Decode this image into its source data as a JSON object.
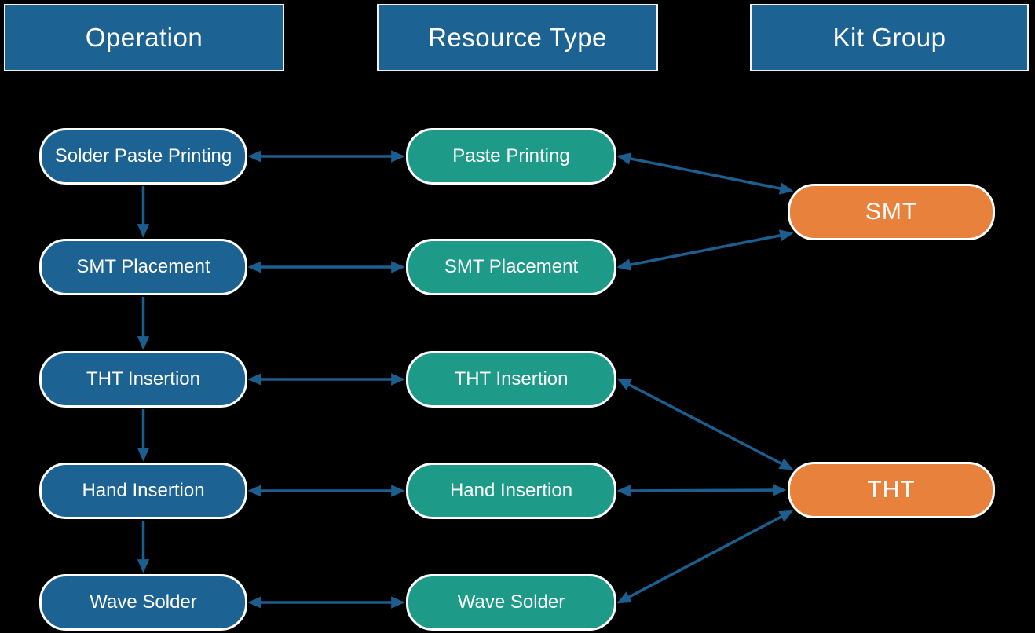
{
  "diagram": {
    "background": "#000000",
    "colors": {
      "header_fill": "#1C6394",
      "header_border": "#F2F2F2",
      "operation_fill": "#1C6394",
      "resource_fill": "#1D9B88",
      "kit_fill": "#E8813B",
      "node_border": "#FFFFFF",
      "arrow": "#1C5F8F",
      "text": "#FFFFFF"
    },
    "columns": [
      {
        "id": "operation",
        "header": "Operation",
        "nodes": [
          {
            "id": "op-solder-paste-printing",
            "label": "Solder Paste Printing"
          },
          {
            "id": "op-smt-placement",
            "label": "SMT Placement"
          },
          {
            "id": "op-tht-insertion",
            "label": "THT Insertion"
          },
          {
            "id": "op-hand-insertion",
            "label": "Hand Insertion"
          },
          {
            "id": "op-wave-solder",
            "label": "Wave Solder"
          }
        ]
      },
      {
        "id": "resource-type",
        "header": "Resource Type",
        "nodes": [
          {
            "id": "res-paste-printing",
            "label": "Paste Printing"
          },
          {
            "id": "res-smt-placement",
            "label": "SMT Placement"
          },
          {
            "id": "res-tht-insertion",
            "label": "THT Insertion"
          },
          {
            "id": "res-hand-insertion",
            "label": "Hand Insertion"
          },
          {
            "id": "res-wave-solder",
            "label": "Wave Solder"
          }
        ]
      },
      {
        "id": "kit-group",
        "header": "Kit Group",
        "nodes": [
          {
            "id": "kit-smt",
            "label": "SMT"
          },
          {
            "id": "kit-tht",
            "label": "THT"
          }
        ]
      }
    ],
    "edges": [
      {
        "from": "op-solder-paste-printing",
        "to": "op-smt-placement",
        "type": "flow"
      },
      {
        "from": "op-smt-placement",
        "to": "op-tht-insertion",
        "type": "flow"
      },
      {
        "from": "op-tht-insertion",
        "to": "op-hand-insertion",
        "type": "flow"
      },
      {
        "from": "op-hand-insertion",
        "to": "op-wave-solder",
        "type": "flow"
      },
      {
        "from": "op-solder-paste-printing",
        "to": "res-paste-printing",
        "type": "link"
      },
      {
        "from": "op-smt-placement",
        "to": "res-smt-placement",
        "type": "link"
      },
      {
        "from": "op-tht-insertion",
        "to": "res-tht-insertion",
        "type": "link"
      },
      {
        "from": "op-hand-insertion",
        "to": "res-hand-insertion",
        "type": "link"
      },
      {
        "from": "op-wave-solder",
        "to": "res-wave-solder",
        "type": "link"
      },
      {
        "from": "res-paste-printing",
        "to": "kit-smt",
        "type": "kit"
      },
      {
        "from": "res-smt-placement",
        "to": "kit-smt",
        "type": "kit"
      },
      {
        "from": "res-tht-insertion",
        "to": "kit-tht",
        "type": "kit"
      },
      {
        "from": "res-hand-insertion",
        "to": "kit-tht",
        "type": "kit"
      },
      {
        "from": "res-wave-solder",
        "to": "kit-tht",
        "type": "kit"
      }
    ]
  }
}
